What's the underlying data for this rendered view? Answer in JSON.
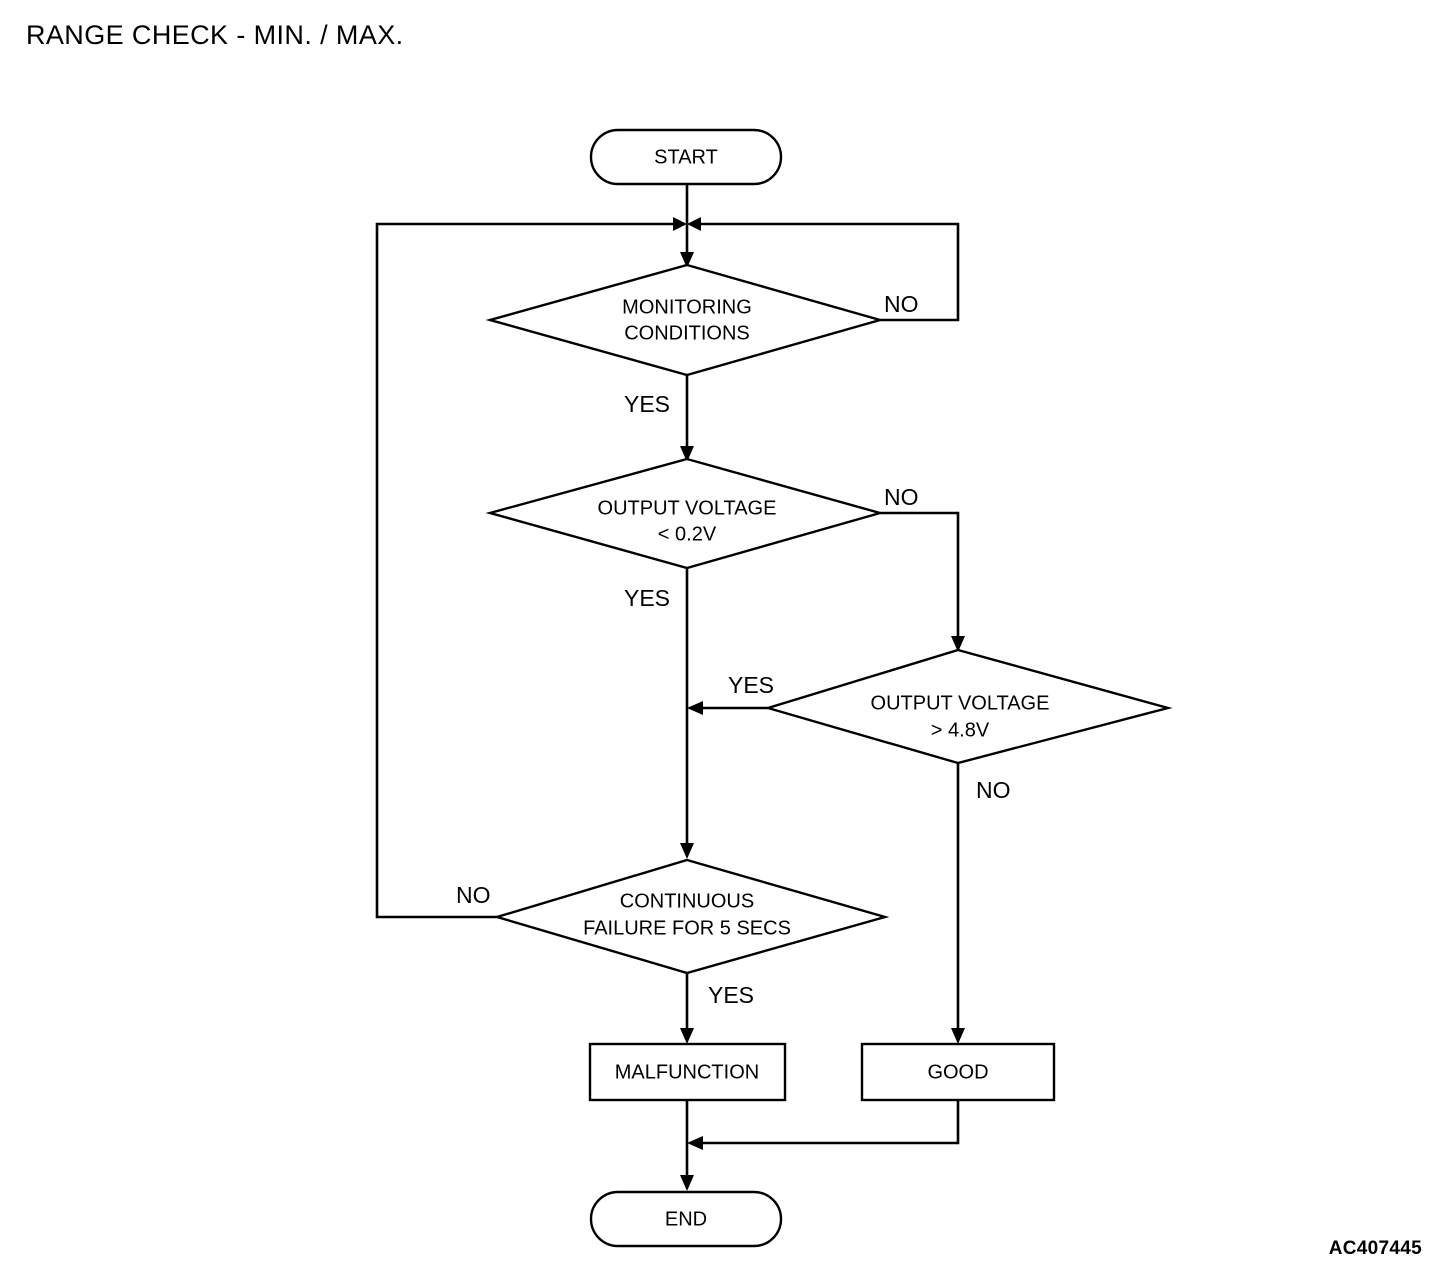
{
  "page": {
    "title": "RANGE CHECK - MIN. / MAX.",
    "reference_code": "AC407445"
  },
  "chart_data": {
    "type": "diagram",
    "title": "RANGE CHECK - MIN. / MAX.",
    "nodes": [
      {
        "id": "start",
        "shape": "terminator",
        "label": "START"
      },
      {
        "id": "monitoring",
        "shape": "decision",
        "label_line1": "MONITORING",
        "label_line2": "CONDITIONS"
      },
      {
        "id": "volt_low",
        "shape": "decision",
        "label_line1": "OUTPUT VOLTAGE",
        "label_line2": "< 0.2V"
      },
      {
        "id": "volt_high",
        "shape": "decision",
        "label_line1": "OUTPUT VOLTAGE",
        "label_line2": "> 4.8V"
      },
      {
        "id": "continuous",
        "shape": "decision",
        "label_line1": "CONTINUOUS",
        "label_line2": "FAILURE FOR 5 SECS"
      },
      {
        "id": "malfunction",
        "shape": "process",
        "label": "MALFUNCTION"
      },
      {
        "id": "good",
        "shape": "process",
        "label": "GOOD"
      },
      {
        "id": "end",
        "shape": "terminator",
        "label": "END"
      }
    ],
    "edge_labels": {
      "monitoring_no": "NO",
      "monitoring_yes": "YES",
      "volt_low_no": "NO",
      "volt_low_yes": "YES",
      "volt_high_yes": "YES",
      "volt_high_no": "NO",
      "continuous_no": "NO",
      "continuous_yes": "YES"
    },
    "edges": [
      {
        "from": "start",
        "to": "monitoring",
        "label": ""
      },
      {
        "from": "monitoring",
        "to": "junction-top",
        "label": "NO"
      },
      {
        "from": "monitoring",
        "to": "volt_low",
        "label": "YES"
      },
      {
        "from": "volt_low",
        "to": "volt_high",
        "label": "NO"
      },
      {
        "from": "volt_low",
        "to": "continuous",
        "label": "YES"
      },
      {
        "from": "volt_high",
        "to": "continuous",
        "label": "YES"
      },
      {
        "from": "volt_high",
        "to": "good",
        "label": "NO"
      },
      {
        "from": "continuous",
        "to": "junction-top",
        "label": "NO"
      },
      {
        "from": "continuous",
        "to": "malfunction",
        "label": "YES"
      },
      {
        "from": "malfunction",
        "to": "end",
        "label": ""
      },
      {
        "from": "good",
        "to": "end",
        "label": ""
      }
    ],
    "colors": {
      "stroke": "#000000",
      "fill": "#ffffff",
      "text": "#000000"
    }
  }
}
